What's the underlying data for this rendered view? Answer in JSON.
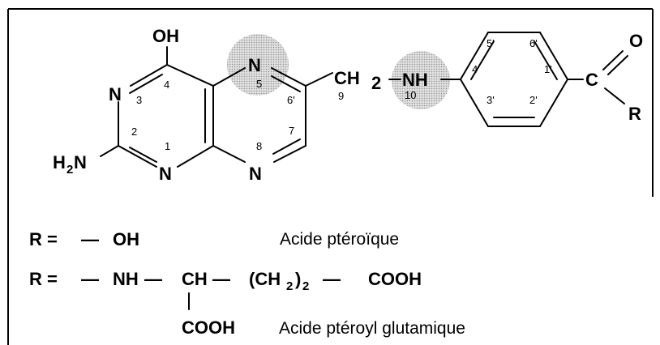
{
  "molecule": {
    "atoms": {
      "oh": "OH",
      "n3": "N",
      "n1": "N",
      "n5": "N",
      "n8": "N",
      "nh2_h": "H",
      "nh2_sub": "2",
      "nh2_n": "N",
      "ch2_ch": "CH",
      "ch2_sub": "2",
      "nh10": "NH",
      "carbonyl_c": "C",
      "carbonyl_o": "O",
      "r_group": "R"
    },
    "numbering": {
      "pos4": "4",
      "pos3": "3",
      "pos2": "2",
      "pos1": "1",
      "pos5": "5",
      "pos6": "6'",
      "pos7": "7",
      "pos8": "8",
      "pos9": "9",
      "pos10": "10",
      "pos4p": "4'",
      "pos5p": "5'",
      "pos6p": "6'",
      "pos1p": "1'",
      "pos2p": "2'",
      "pos3p": "3'"
    }
  },
  "legend": {
    "row1": {
      "r": "R =",
      "dash": "—",
      "group": "OH",
      "name": "Acide ptéroïque"
    },
    "row2": {
      "r": "R =",
      "dash1": "—",
      "nh": "NH",
      "dash2": "—",
      "ch": "CH",
      "dash3": "—",
      "ch2_open": "(CH",
      "ch2_sub": "2",
      "ch2_close": ")",
      "ch2_mult": "2",
      "dash4": "—",
      "cooh_top": "COOH"
    },
    "row3": {
      "cooh_bottom": "COOH",
      "name": "Acide ptéroyl glutamique"
    }
  },
  "colors": {
    "highlight": "#c9c9c9",
    "ink": "#000000",
    "background": "#ffffff"
  }
}
